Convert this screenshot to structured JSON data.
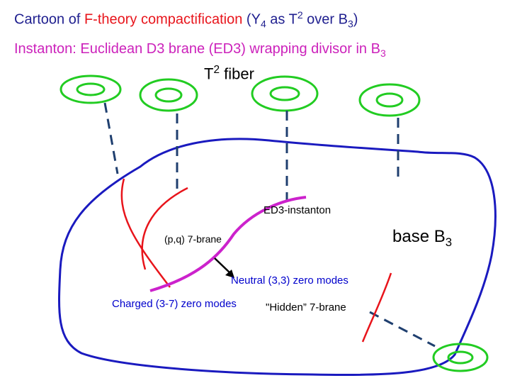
{
  "title": {
    "prefix": "Cartoon of ",
    "highlight": "F-theory compactification",
    "open": " (Y",
    "y_sub": "4",
    "mid": "  as T",
    "t_sup": "2",
    "over": " over B",
    "b_sub": "3",
    "close": ")"
  },
  "subtitle": {
    "text": "Instanton: Euclidean D3 brane (ED3)  wrapping divisor in B",
    "b_sub": "3"
  },
  "labels": {
    "fiber_t": "T",
    "fiber_sup": "2",
    "fiber_word": " fiber",
    "ed3": "ED3-instanton",
    "pq_brane": "(p,q) 7-brane",
    "base": "base B",
    "base_sub": "3",
    "neutral": "Neutral  (3,3) zero modes",
    "charged": "Charged  (3-7) zero modes",
    "hidden": "\"Hidden”  7-brane"
  },
  "colors": {
    "title_text": "#1f1f8f",
    "highlight": "#e8141b",
    "subtitle": "#cc22bb",
    "torus": "#22cc22",
    "base": "#1a1abf",
    "dashed": "#1f3f6f",
    "seven_brane": "#e8141b",
    "instanton": "#cc22cc"
  }
}
